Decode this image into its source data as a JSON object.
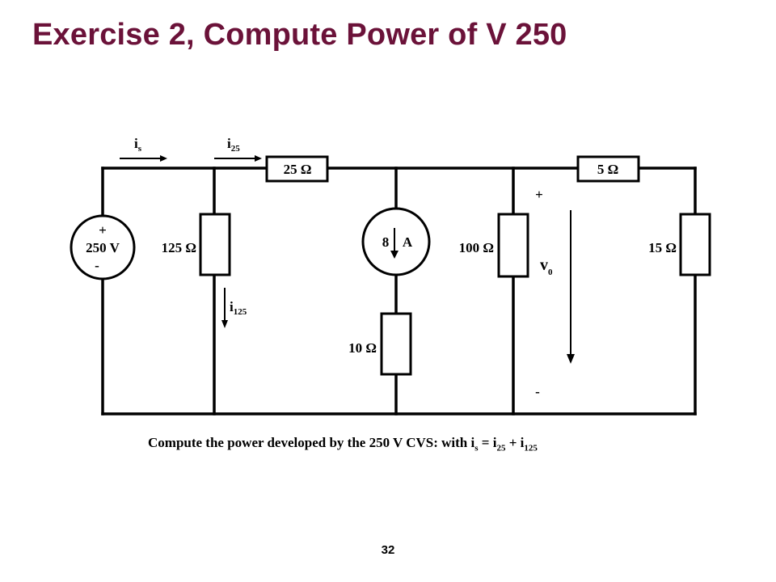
{
  "slide": {
    "title": "Exercise 2, Compute Power of V 250",
    "page_number": "32"
  },
  "circuit": {
    "source_label": "250 V",
    "source_plus": "+",
    "source_minus": "-",
    "r25_label": "25 Ω",
    "r5_label": "5 Ω",
    "r125_label": "125 Ω",
    "r100_label": "100 Ω",
    "r15_label": "15 Ω",
    "r10_label": "10 Ω",
    "current_source_value": "8",
    "current_source_unit": "A",
    "i_s_main": "i",
    "i_s_sub": "s",
    "i_25_main": "i",
    "i_25_sub": "25",
    "i_125_main": "i",
    "i_125_sub": "125",
    "v0_main": "v",
    "v0_sub": "0",
    "v0_plus": "+",
    "v0_minus": "-"
  },
  "caption": {
    "text": "Compute the power developed by the 250 V CVS: with i",
    "s_sub": "s",
    "eq": " = i",
    "sub_25": "25",
    "plus": " + i",
    "sub_125": "125"
  }
}
